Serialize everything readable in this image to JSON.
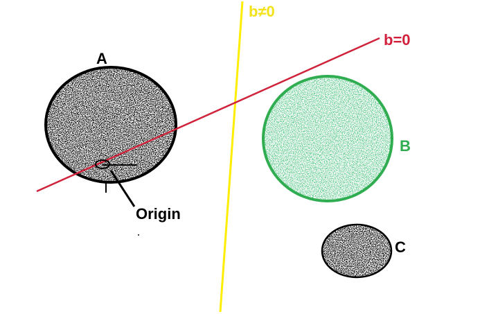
{
  "labels": {
    "b_nonzero": "b≠0",
    "b_zero": "b=0",
    "cluster_a": "A",
    "cluster_b": "B",
    "cluster_c": "C",
    "origin": "Origin"
  },
  "colors": {
    "background": "#ffffff",
    "yellow_line": "#ffee00",
    "yellow_text": "#f2e21a",
    "red_line": "#d0233b",
    "red_text": "#d21f3c",
    "green": "#2fad50",
    "green_fill": "#1f9a46",
    "black": "#000000"
  }
}
